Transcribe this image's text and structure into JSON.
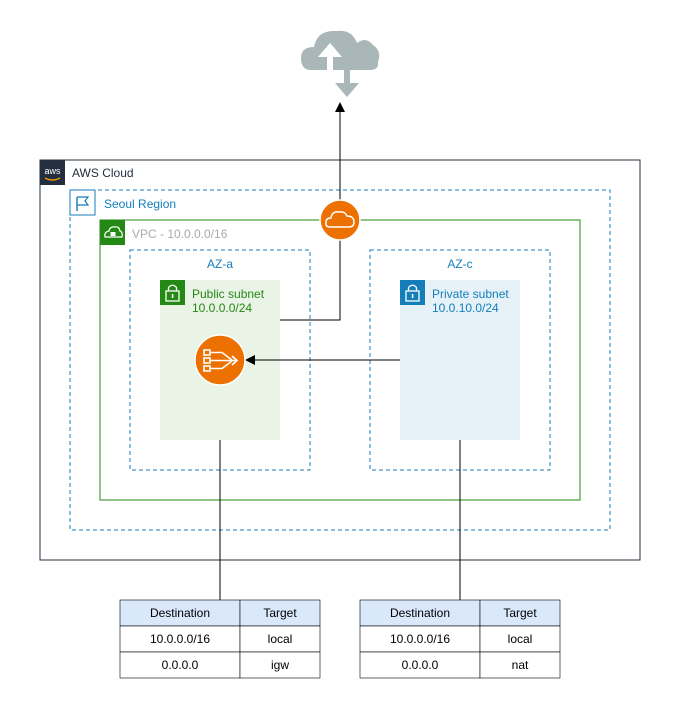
{
  "aws_cloud": {
    "label": "AWS Cloud",
    "logo_text": "aws"
  },
  "region": {
    "label": "Seoul Region"
  },
  "vpc": {
    "label": "VPC - 10.0.0.0/16"
  },
  "az_a": {
    "label": "AZ-a"
  },
  "az_c": {
    "label": "AZ-c"
  },
  "public_subnet": {
    "name": "Public subnet",
    "cidr": "10.0.0.0/24"
  },
  "private_subnet": {
    "name": "Private subnet",
    "cidr": "10.0.10.0/24"
  },
  "icons": {
    "internet": "cloud-upload-download-icon",
    "internet_gateway": "internet-gateway-icon",
    "nat_gateway": "nat-gateway-icon",
    "lock": "lock-icon",
    "region_flag": "flag-icon",
    "vpc": "vpc-cloud-lock-icon"
  },
  "route_tables": [
    {
      "headers": [
        "Destination",
        "Target"
      ],
      "rows": [
        [
          "10.0.0.0/16",
          "local"
        ],
        [
          "0.0.0.0",
          "igw"
        ]
      ]
    },
    {
      "headers": [
        "Destination",
        "Target"
      ],
      "rows": [
        [
          "10.0.0.0/16",
          "local"
        ],
        [
          "0.0.0.0",
          "nat"
        ]
      ]
    }
  ],
  "colors": {
    "aws_border": "#232F3E",
    "region_border": "#147EBA",
    "vpc_border": "#248814",
    "public_subnet_fill": "#E9F3E6",
    "public_subnet_accent": "#248814",
    "private_subnet_fill": "#E6F2F8",
    "private_subnet_accent": "#147EBA",
    "gateway_orange": "#ED7100",
    "internet_cloud": "#AAB7B8",
    "table_header_fill": "#DAE8FC"
  }
}
